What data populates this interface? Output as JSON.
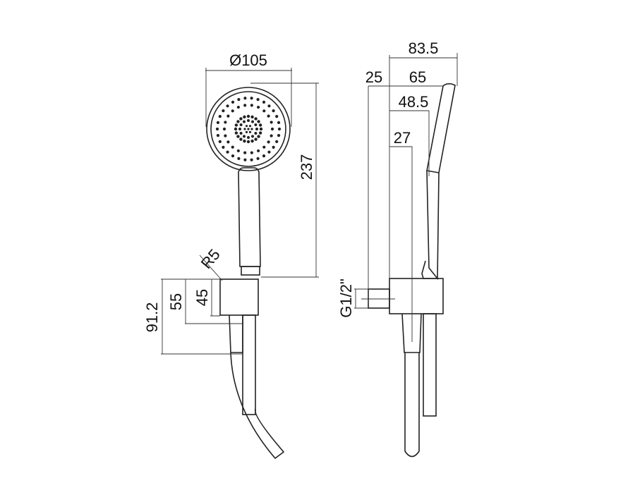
{
  "front_view": {
    "diameter_label": "Ø105",
    "height_label": "237",
    "radius_label": "R5",
    "bracket_total_label": "91.2",
    "bracket_mid_label": "55",
    "bracket_block_label": "45"
  },
  "side_view": {
    "overall_depth_label": "83.5",
    "inlet_label": "25",
    "head_depth_label": "65",
    "handle_depth_label": "48.5",
    "hose_offset_label": "27",
    "thread_label": "G1/2\""
  },
  "colors": {
    "line": "#222222",
    "background": "#ffffff"
  }
}
